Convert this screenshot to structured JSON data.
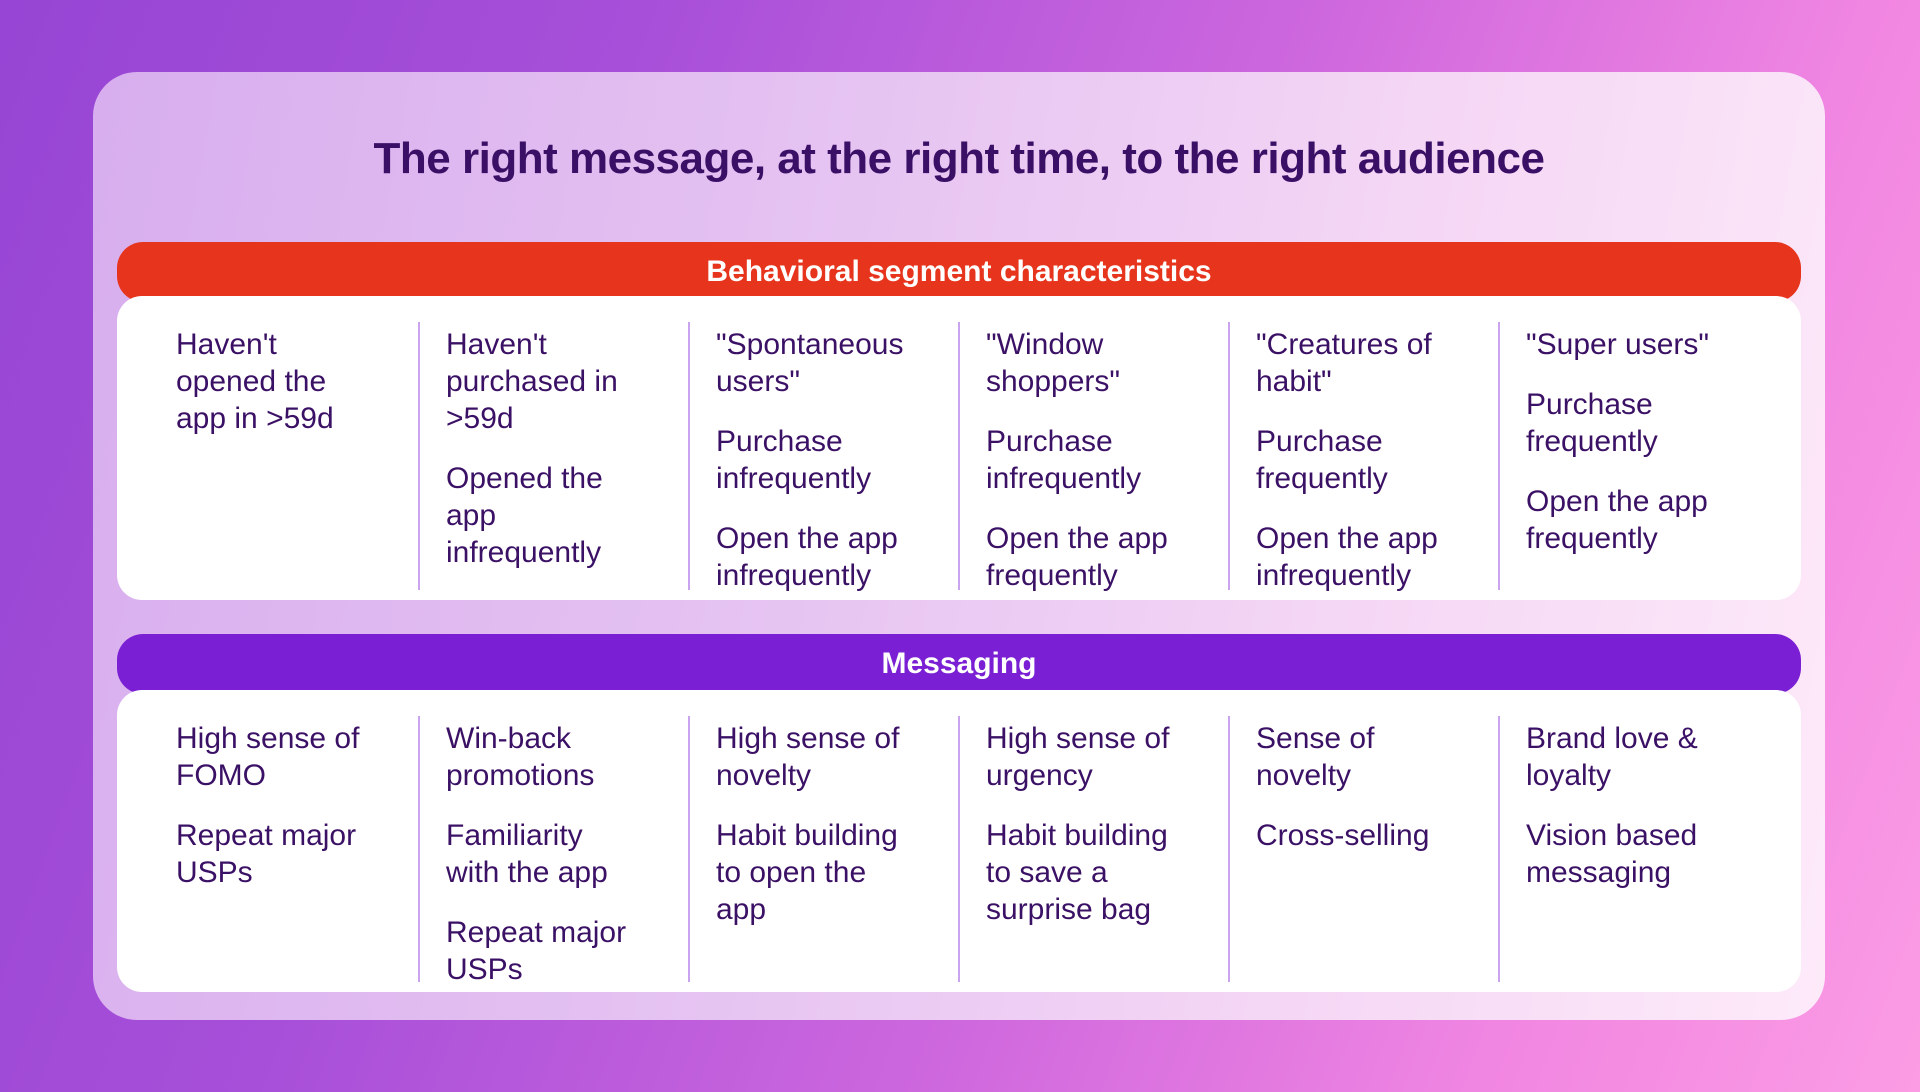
{
  "title": "The right message, at the right time, to the right audience",
  "colors": {
    "background_gradient_start": "#9645d4",
    "background_gradient_end": "#fb9ce4",
    "card_gradient_start": "#d8aeee",
    "card_gradient_end": "#fdeaf9",
    "behavioral_header": "#e6341d",
    "messaging_header": "#7a1fd3",
    "body_text": "#3b1166",
    "header_text": "#ffffff",
    "divider": "#cba4ef"
  },
  "sections": [
    {
      "header": "Behavioral segment characteristics",
      "columns": [
        {
          "items": [
            "Haven't opened the app in >59d"
          ]
        },
        {
          "items": [
            "Haven't purchased in >59d",
            "Opened the app infrequently"
          ]
        },
        {
          "items": [
            "\"Spontaneous users\"",
            "Purchase infrequently",
            "Open the app infrequently"
          ]
        },
        {
          "items": [
            "\"Window shoppers\"",
            "Purchase infrequently",
            "Open the app frequently"
          ]
        },
        {
          "items": [
            "\"Creatures of habit\"",
            "Purchase frequently",
            "Open the app infrequently"
          ]
        },
        {
          "items": [
            "\"Super users\"",
            "Purchase frequently",
            "Open the app frequently"
          ]
        }
      ]
    },
    {
      "header": "Messaging",
      "columns": [
        {
          "items": [
            "High sense of FOMO",
            "Repeat major USPs"
          ]
        },
        {
          "items": [
            "Win-back promotions",
            "Familiarity with the app",
            "Repeat major USPs"
          ]
        },
        {
          "items": [
            "High sense of novelty",
            "Habit building to open the app"
          ]
        },
        {
          "items": [
            "High sense of urgency",
            "Habit building to save a surprise bag"
          ]
        },
        {
          "items": [
            "Sense of novelty",
            "Cross-selling"
          ]
        },
        {
          "items": [
            "Brand love & loyalty",
            "Vision based messaging"
          ]
        }
      ]
    }
  ]
}
